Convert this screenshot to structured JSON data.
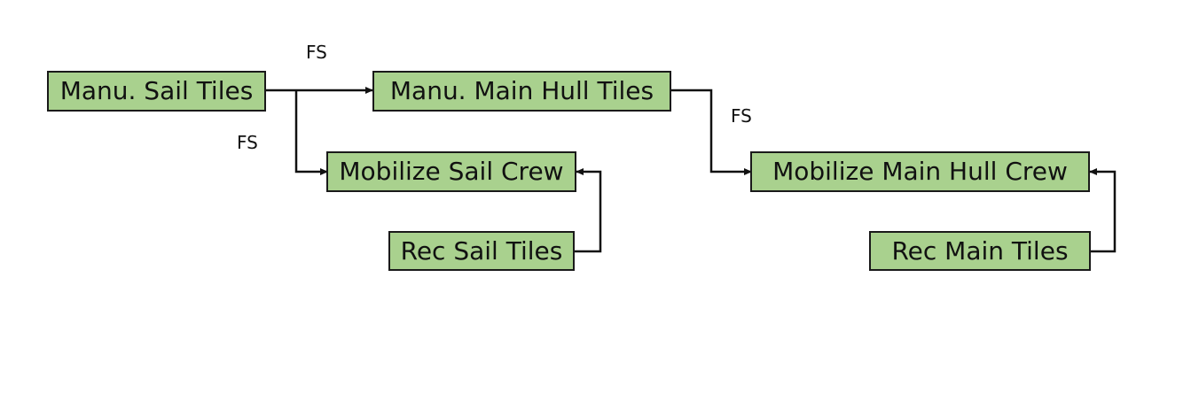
{
  "nodes": {
    "manu_sail_tiles": "Manu. Sail Tiles",
    "manu_main_hull_tiles": "Manu. Main Hull Tiles",
    "mobilize_sail_crew": "Mobilize Sail Crew",
    "rec_sail_tiles": "Rec Sail Tiles",
    "mobilize_main_hull_crew": "Mobilize Main Hull Crew",
    "rec_main_tiles": "Rec Main Tiles"
  },
  "links": {
    "sail_to_main_hull": "FS",
    "sail_to_sail_crew": "FS",
    "main_hull_to_hull_crew": "FS"
  },
  "colors": {
    "node_fill": "#a9d18e",
    "border": "#1a1a1a"
  }
}
